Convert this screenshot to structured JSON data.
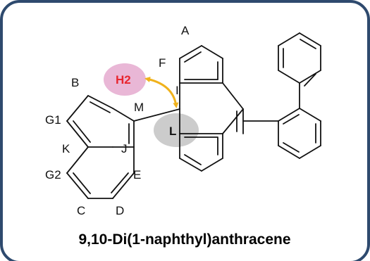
{
  "molecule": {
    "name": "9,10-Di(1-naphthyl)anthracene"
  },
  "atom_labels": {
    "A": "A",
    "B": "B",
    "C": "C",
    "D": "D",
    "E": "E",
    "F": "F",
    "G1": "G1",
    "G2": "G2",
    "I": "I",
    "J": "J",
    "K": "K",
    "M": "M",
    "L": "L",
    "H2": "H2"
  },
  "colors": {
    "frame": "#2e4a6e",
    "h2_highlight": "#e9b7d6",
    "h2_text": "#e8262f",
    "l_highlight": "#cccccc",
    "arrow": "#f0b21c",
    "bond": "#111111"
  }
}
